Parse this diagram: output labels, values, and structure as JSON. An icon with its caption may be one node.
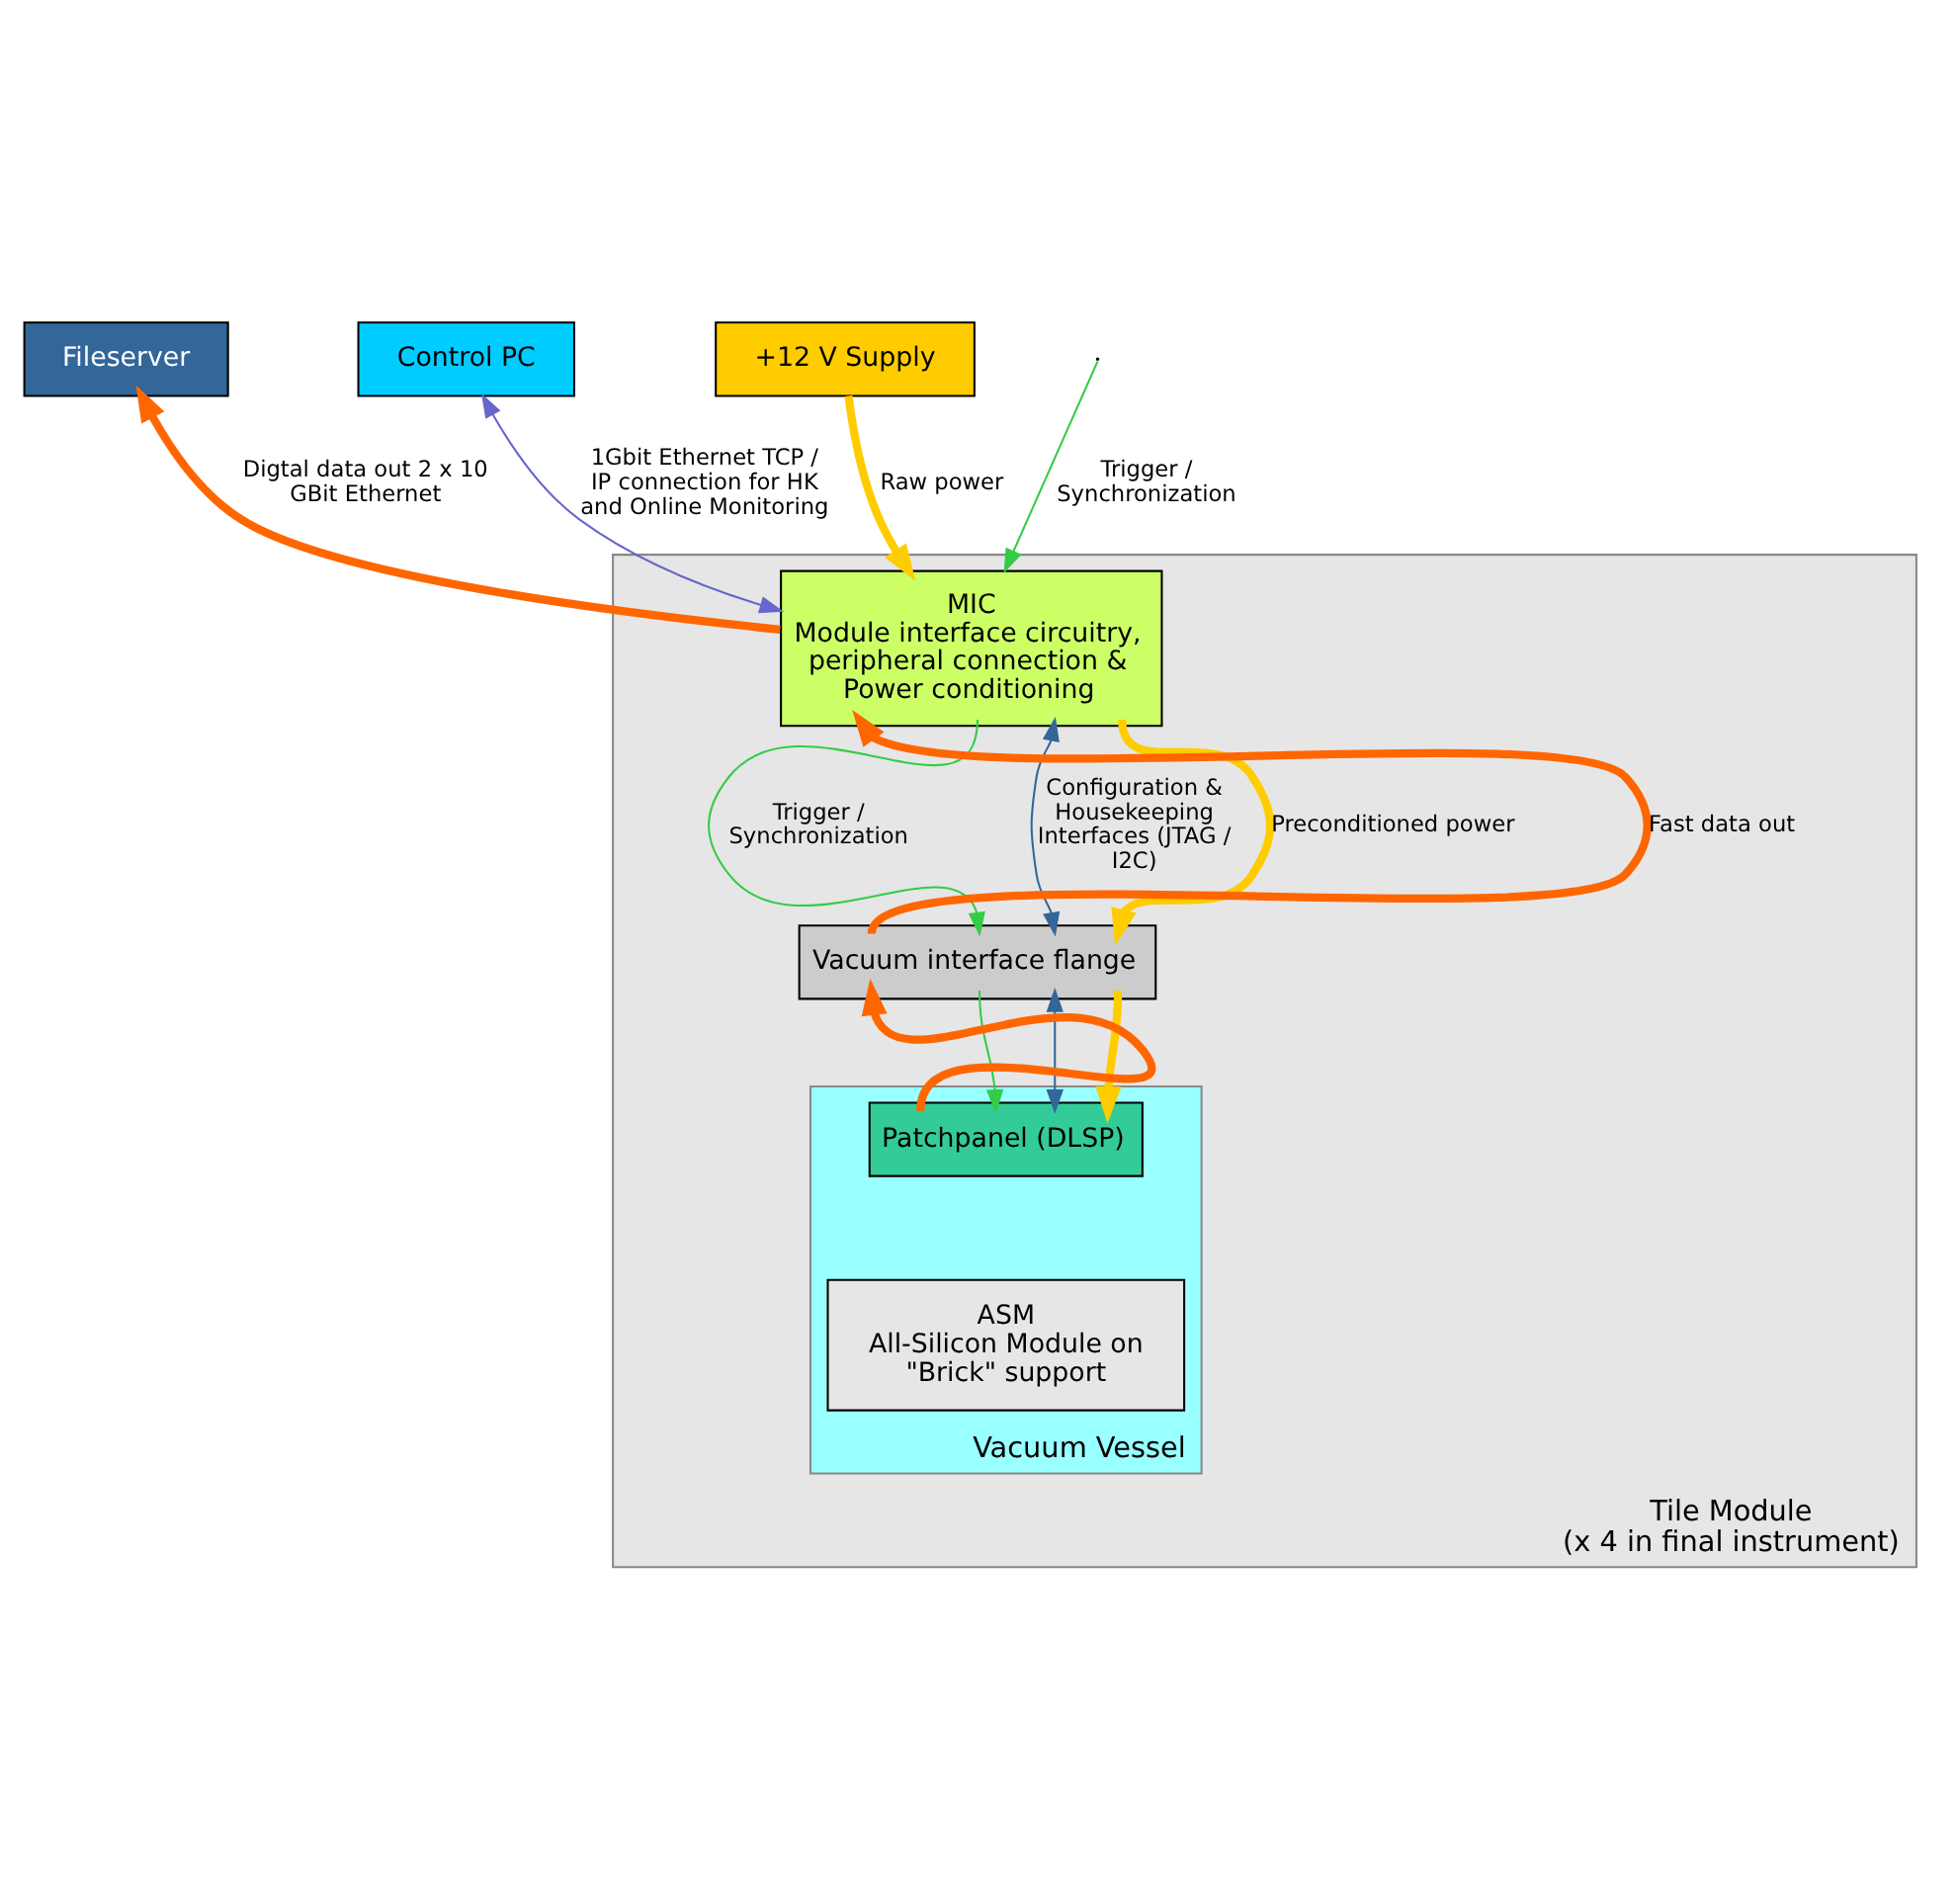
{
  "diagram": {
    "nodes": [
      {
        "text": [
          "Fileserver"
        ]
      },
      {
        "text": [
          "Control PC"
        ]
      },
      {
        "text": [
          "Tile Module",
          "(x 4 in final instrument)"
        ]
      },
      {
        "text": [
          "MIC",
          "Module interface circuitry, peripheral connection & Power conditioning"
        ],
        "in": 2
      },
      {
        "text": [
          "+12 V Supply"
        ]
      },
      {
        "text": [
          "Vacuum interface flange"
        ],
        "in": 2
      },
      {
        "text": [
          "Vacuum Vessel"
        ],
        "in": 2
      },
      {
        "text": [
          "Patchpanel (DLSP)"
        ],
        "in": 6
      },
      {
        "text": [
          "ASM",
          "All-Silicon Module on \"Brick\" support"
        ],
        "in": 6
      }
    ],
    "edges": [
      {
        "from": null,
        "to": 3,
        "arrow": "to",
        "label": "Trigger / Synchronization",
        "color": "#33cc44"
      },
      {
        "from": 3,
        "to": 0,
        "arrow": "to",
        "label": "Digtal data out 2 x 10 GBit Ethernet",
        "style": "thick",
        "color": "#ff6600"
      },
      {
        "from": 3,
        "to": 1,
        "arrow": "both",
        "label": "1Gbit Ethernet TCP / IP connection for HK and Online Monitoring",
        "color": "#6666cc"
      },
      {
        "from": 4,
        "to": 3,
        "arrow": "to",
        "label": "Raw power",
        "style": "thick",
        "color": "#ffcc00"
      },
      {
        "from": 5,
        "to": 3,
        "arrow": "to",
        "label": "Fast data out",
        "style": "thick",
        "color": "#ff6600"
      },
      {
        "from": 3,
        "to": 5,
        "arrow": "to",
        "label": "Trigger / Synchronization",
        "color": "#33cc44"
      },
      {
        "from": 3,
        "to": 5,
        "arrow": "both",
        "label": "Configuration & Housekeeping Interfaces (JTAG / I2C)",
        "color": "#336699"
      },
      {
        "from": 3,
        "to": 5,
        "arrow": "to",
        "label": "Preconditioned power",
        "style": "thick",
        "color": "#ffcc00"
      },
      {
        "from": 7,
        "to": 5,
        "arrow": "to",
        "style": "thick",
        "color": "#ff6600"
      },
      {
        "from": 5,
        "to": 7,
        "arrow": "to",
        "color": "#33cc44"
      },
      {
        "from": 5,
        "to": 7,
        "arrow": "both",
        "color": "#336699"
      },
      {
        "from": 5,
        "to": 7,
        "arrow": "to",
        "style": "thick",
        "color": "#ffcc00"
      }
    ]
  }
}
